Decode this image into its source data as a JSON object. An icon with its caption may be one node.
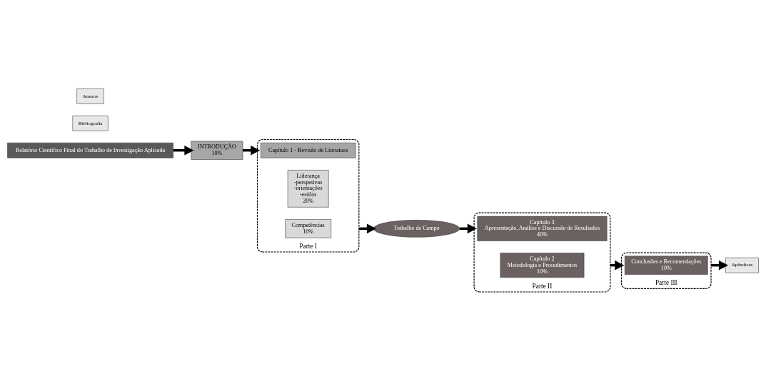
{
  "diagram": {
    "nodes": [
      {
        "text": [
          "Relatório Científico Final do Trabalho de Investigação Aplicada"
        ]
      },
      {
        "text": [
          "INTRODUÇÃO",
          "10%"
        ]
      },
      {
        "text": [
          "Parte I"
        ]
      },
      {
        "text": [
          "Capítulo 1 - Revisão de Literatura"
        ],
        "in": 2
      },
      {
        "text": [
          "Liderança",
          "-perspetivas",
          "-orientações",
          "-estilos",
          "20%"
        ],
        "in": 2
      },
      {
        "text": [
          "Competências",
          "10%"
        ],
        "in": 2
      },
      {
        "text": [
          "Trabalho de Campo"
        ]
      },
      {
        "text": [
          "Parte II"
        ]
      },
      {
        "text": [
          "Capítulo 3",
          "Apresentação, Análise e Discussão de Resultados",
          "40%"
        ],
        "in": 7
      },
      {
        "text": [
          "Capítulo 2",
          "Metodologia e Procedimentos",
          "10%"
        ],
        "in": 7
      },
      {
        "text": [
          "Parte III"
        ]
      },
      {
        "text": [
          "Conclusões e Recomendações",
          "10%"
        ],
        "in": 10
      },
      {
        "text": [
          "Bibliografia"
        ]
      },
      {
        "text": [
          "Apêndices"
        ]
      },
      {
        "text": [
          "Anexos"
        ]
      }
    ],
    "edges": [
      {
        "from": 0,
        "to": 1,
        "arrow": "to"
      },
      {
        "from": 1,
        "to": 2,
        "arrow": "to"
      },
      {
        "from": 2,
        "to": 6,
        "arrow": "to"
      },
      {
        "from": 6,
        "to": 7,
        "arrow": "to"
      },
      {
        "from": 7,
        "to": 10,
        "arrow": "to"
      },
      {
        "from": 10,
        "to": 13,
        "arrow": "to"
      }
    ]
  }
}
